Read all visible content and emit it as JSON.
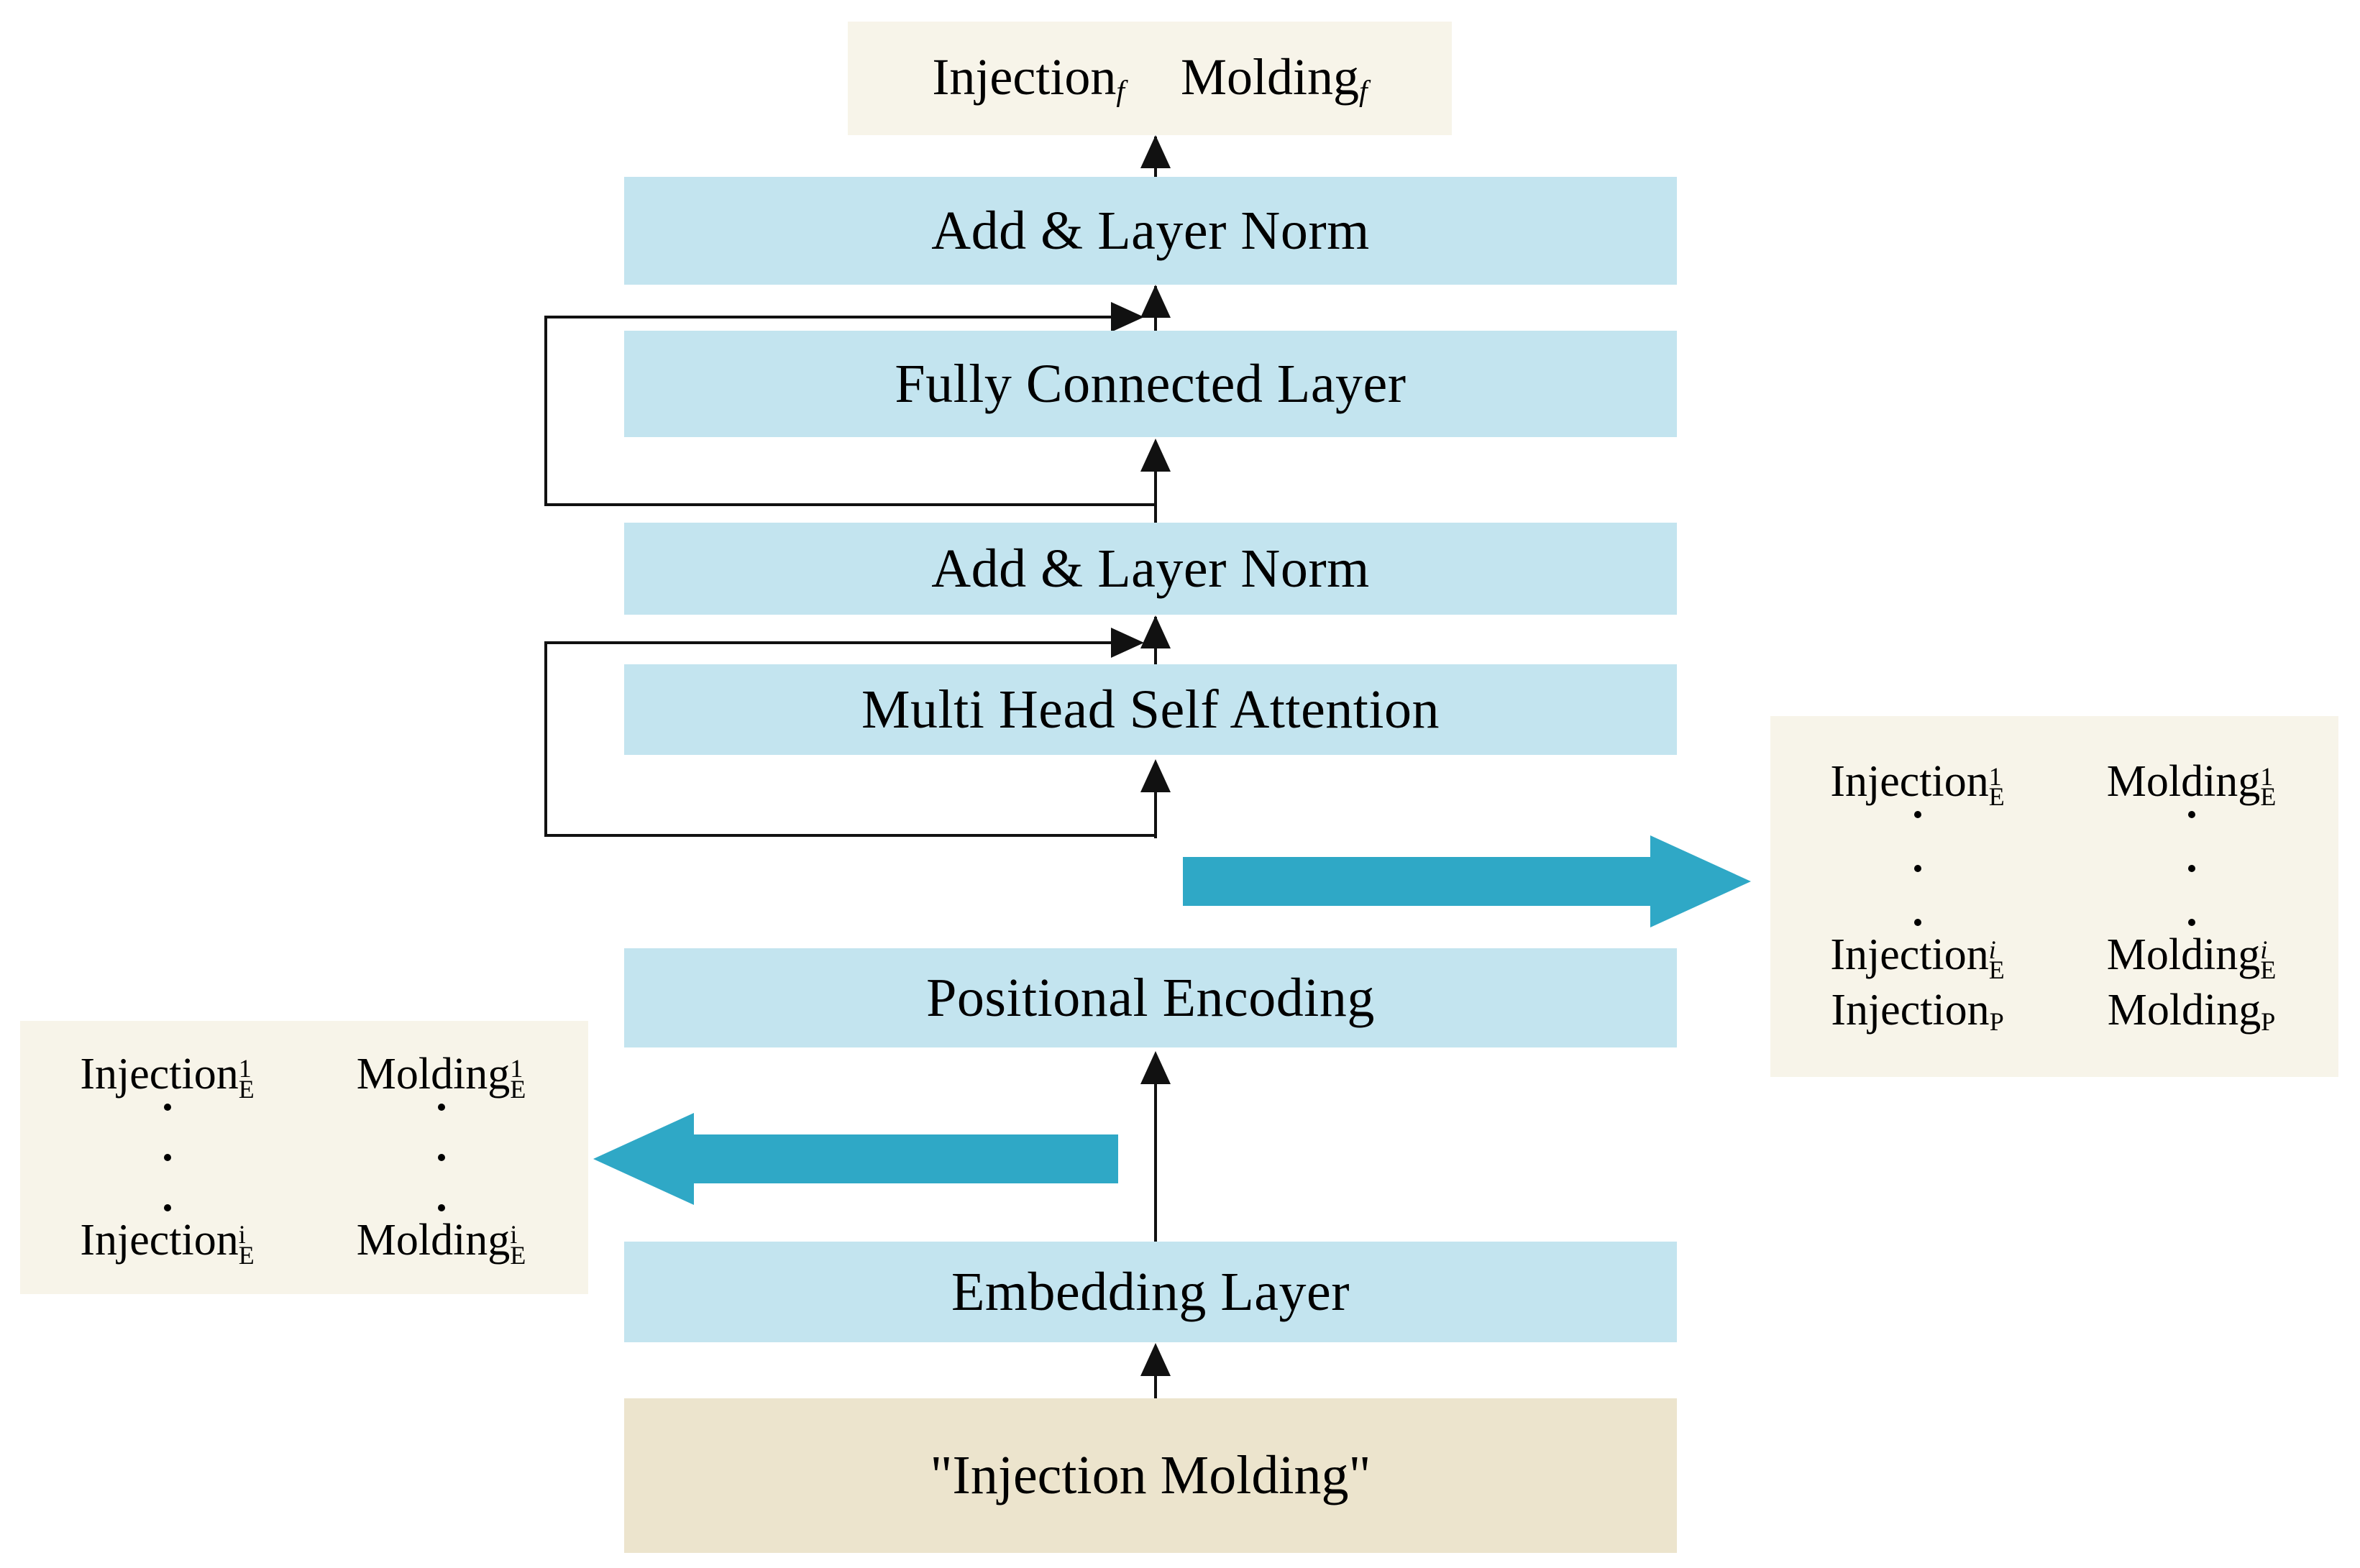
{
  "diagram": {
    "title": "Transformer encoder architecture for Injection Molding text",
    "accent_blue": "#c3e4ef",
    "accent_teal": "#2fa8c6",
    "cream": "#f7f4e9",
    "beige": "#ece4cd",
    "line_color": "#111111"
  },
  "output_box": {
    "tokens": [
      {
        "base": "Injection",
        "sub": "f"
      },
      {
        "base": "Molding",
        "sub": "f"
      }
    ]
  },
  "layers": [
    {
      "id": "add-layer-norm-top",
      "label": "Add & Layer Norm"
    },
    {
      "id": "fully-connected-layer",
      "label": "Fully Connected Layer"
    },
    {
      "id": "add-layer-norm-bottom",
      "label": "Add & Layer Norm"
    },
    {
      "id": "multi-head-self-attention",
      "label": "Multi Head Self Attention"
    },
    {
      "id": "positional-encoding",
      "label": "Positional Encoding"
    },
    {
      "id": "embedding-layer",
      "label": "Embedding Layer"
    }
  ],
  "input_box": {
    "label": "\"Injection Molding\""
  },
  "embedding_panel": {
    "name": "embedding-vectors-panel",
    "rows": [
      {
        "type": "tokens",
        "cells": [
          {
            "base": "Injection",
            "sub": "E",
            "sup": "1"
          },
          {
            "base": "Molding",
            "sub": "E",
            "sup": "1"
          }
        ]
      },
      {
        "type": "dots",
        "count": 3
      },
      {
        "type": "tokens",
        "cells": [
          {
            "base": "Injection",
            "sub": "E",
            "sup": "i"
          },
          {
            "base": "Molding",
            "sub": "E",
            "sup": "i"
          }
        ]
      }
    ]
  },
  "positional_panel": {
    "name": "positional-encoding-vectors-panel",
    "rows": [
      {
        "type": "tokens",
        "cells": [
          {
            "base": "Injection",
            "sub": "E",
            "sup": "1"
          },
          {
            "base": "Molding",
            "sub": "E",
            "sup": "1"
          }
        ]
      },
      {
        "type": "dots",
        "count": 3
      },
      {
        "type": "tokens",
        "cells": [
          {
            "base": "Injection",
            "sub": "E",
            "sup": "i"
          },
          {
            "base": "Molding",
            "sub": "E",
            "sup": "i"
          }
        ]
      },
      {
        "type": "tokens",
        "cells": [
          {
            "base": "Injection",
            "sub": "P",
            "sup": ""
          },
          {
            "base": "Molding",
            "sub": "P",
            "sup": ""
          }
        ]
      }
    ]
  },
  "connectors": {
    "residual_fc": "skip connection around Fully Connected Layer",
    "residual_attention": "skip connection around Multi Head Self Attention",
    "teal_right": "embedding plus positional encoding output to right panel",
    "teal_left": "embedding output to left panel"
  }
}
